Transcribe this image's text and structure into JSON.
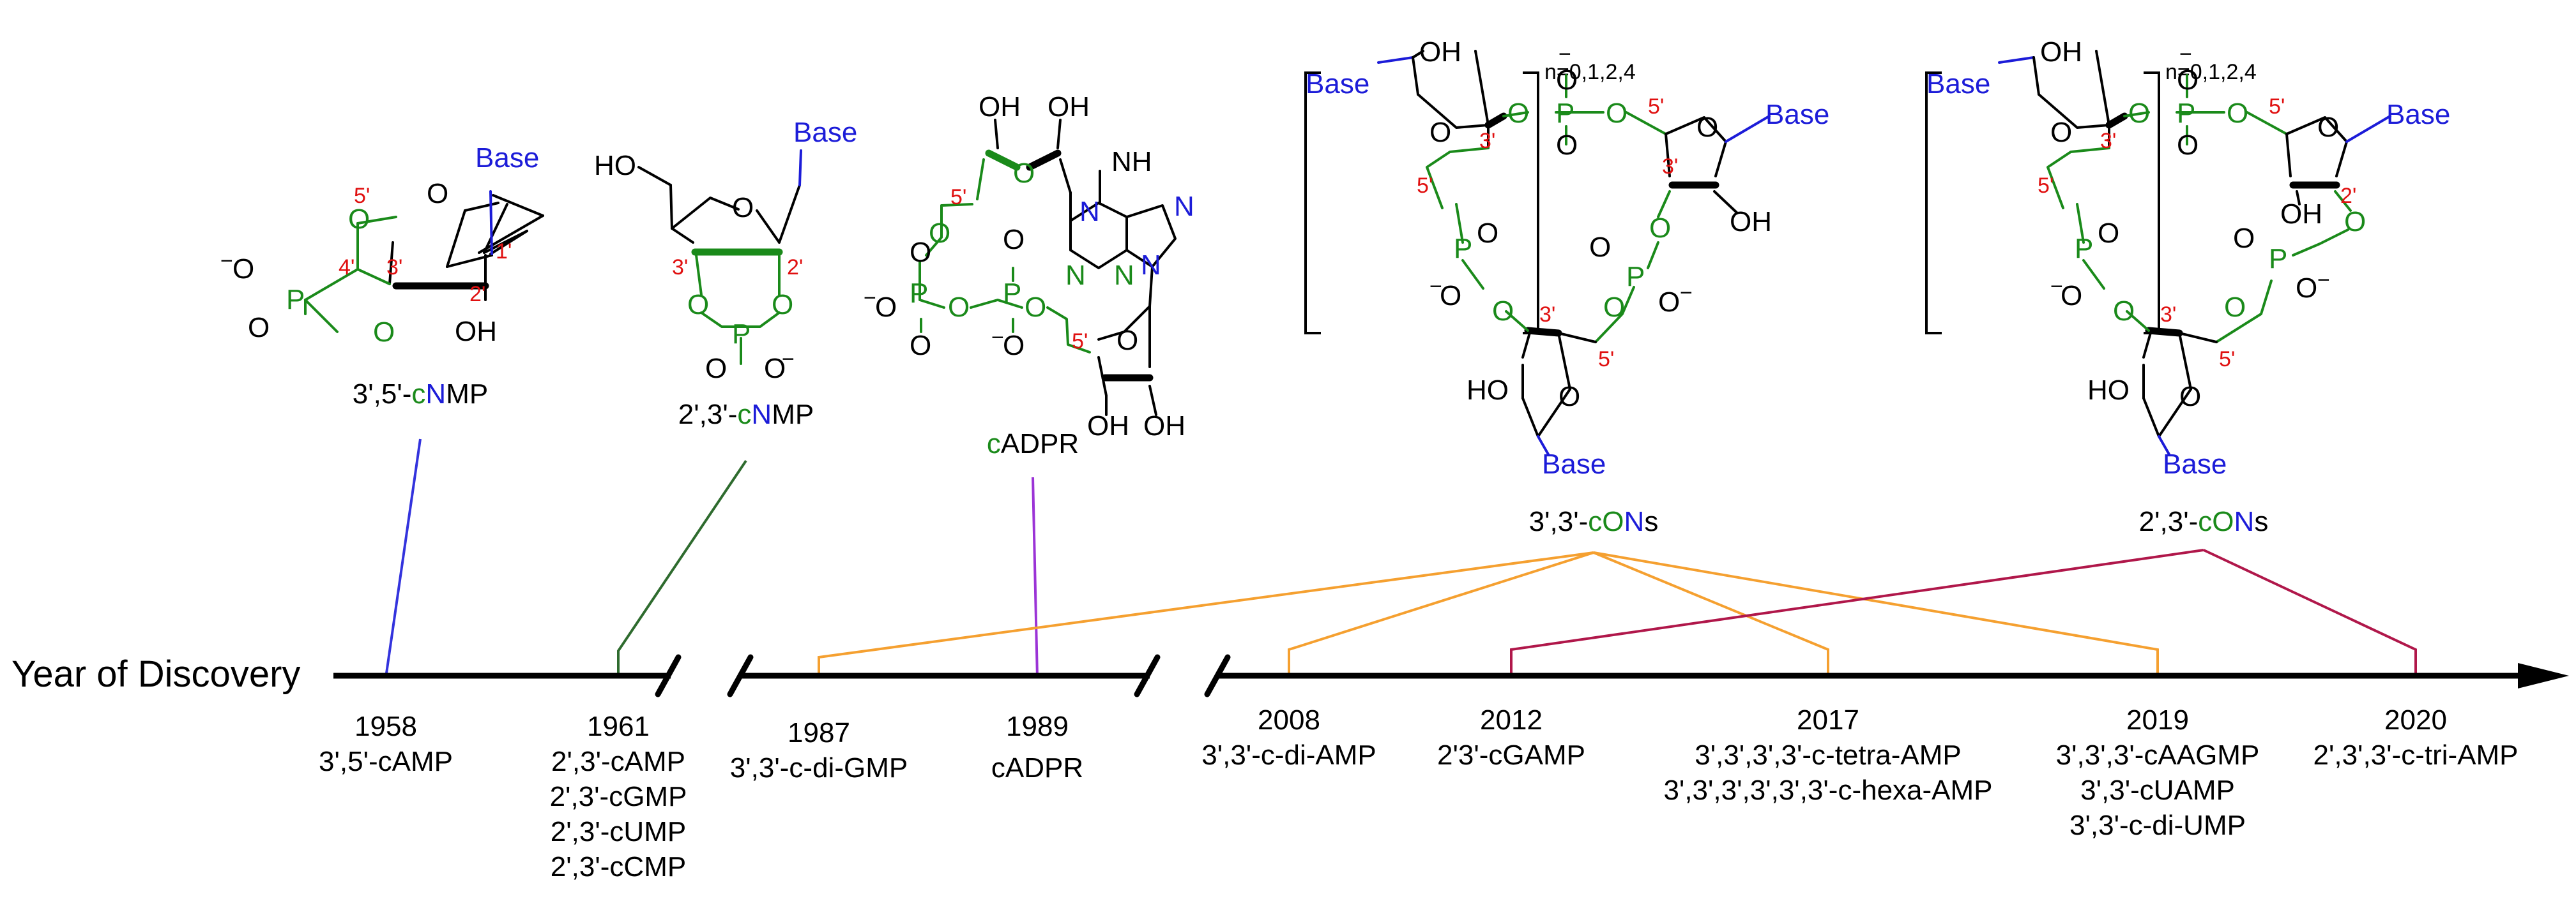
{
  "colors": {
    "black": "#000000",
    "green": "#1a8a1a",
    "blue": "#1c1cd8",
    "red": "#e01010",
    "orange": "#f5a030",
    "purple": "#9b33d6",
    "darkgreen": "#2e6b2e",
    "crimson": "#b0174a",
    "connector_blue": "#3333dd"
  },
  "timeline": {
    "label": "Year of Discovery",
    "events": [
      {
        "year": "1958",
        "compounds": [
          "3',5'-cAMP"
        ]
      },
      {
        "year": "1961",
        "compounds": [
          "2',3'-cAMP",
          "2',3'-cGMP",
          "2',3'-cUMP",
          "2',3'-cCMP"
        ]
      },
      {
        "year": "1987",
        "compounds": [
          "3',3'-c-di-GMP"
        ]
      },
      {
        "year": "1989",
        "compounds": [
          "cADPR"
        ]
      },
      {
        "year": "2008",
        "compounds": [
          "3',3'-c-di-AMP"
        ]
      },
      {
        "year": "2012",
        "compounds": [
          "2'3'-cGAMP"
        ]
      },
      {
        "year": "2017",
        "compounds": [
          "3',3',3',3'-c-tetra-AMP",
          "3',3',3',3',3',3'-c-hexa-AMP"
        ]
      },
      {
        "year": "2019",
        "compounds": [
          "3',3',3'-cAAGMP",
          "3',3'-cUAMP",
          "3',3'-c-di-UMP"
        ]
      },
      {
        "year": "2020",
        "compounds": [
          "2',3',3'-c-tri-AMP"
        ]
      }
    ]
  },
  "structures": {
    "cnmp35": {
      "name_prefix": "3',5'-",
      "name_c": "c",
      "name_n": "N",
      "name_suffix": "MP"
    },
    "cnmp23": {
      "name_prefix": "2',3'-",
      "name_c": "c",
      "name_n": "N",
      "name_suffix": "MP"
    },
    "cadpr": {
      "name_c": "c",
      "name_rest": "ADPR"
    },
    "cons33": {
      "name_prefix": "3',3'-",
      "name_c": "c",
      "name_o": "O",
      "name_n": "N",
      "name_suffix": "s",
      "repeat": "n=0,1,2,4"
    },
    "cons23": {
      "name_prefix": "2',3'-",
      "name_c": "c",
      "name_o": "O",
      "name_n": "N",
      "name_suffix": "s",
      "repeat": "n=0,1,2,4"
    }
  },
  "atoms": {
    "base": "Base",
    "O": "O",
    "P": "P",
    "OH": "OH",
    "HO": "HO",
    "N": "N",
    "NH": "NH",
    "minus": "−",
    "p5": "5'",
    "p4": "4'",
    "p3": "3'",
    "p2": "2'",
    "p1": "1'"
  }
}
